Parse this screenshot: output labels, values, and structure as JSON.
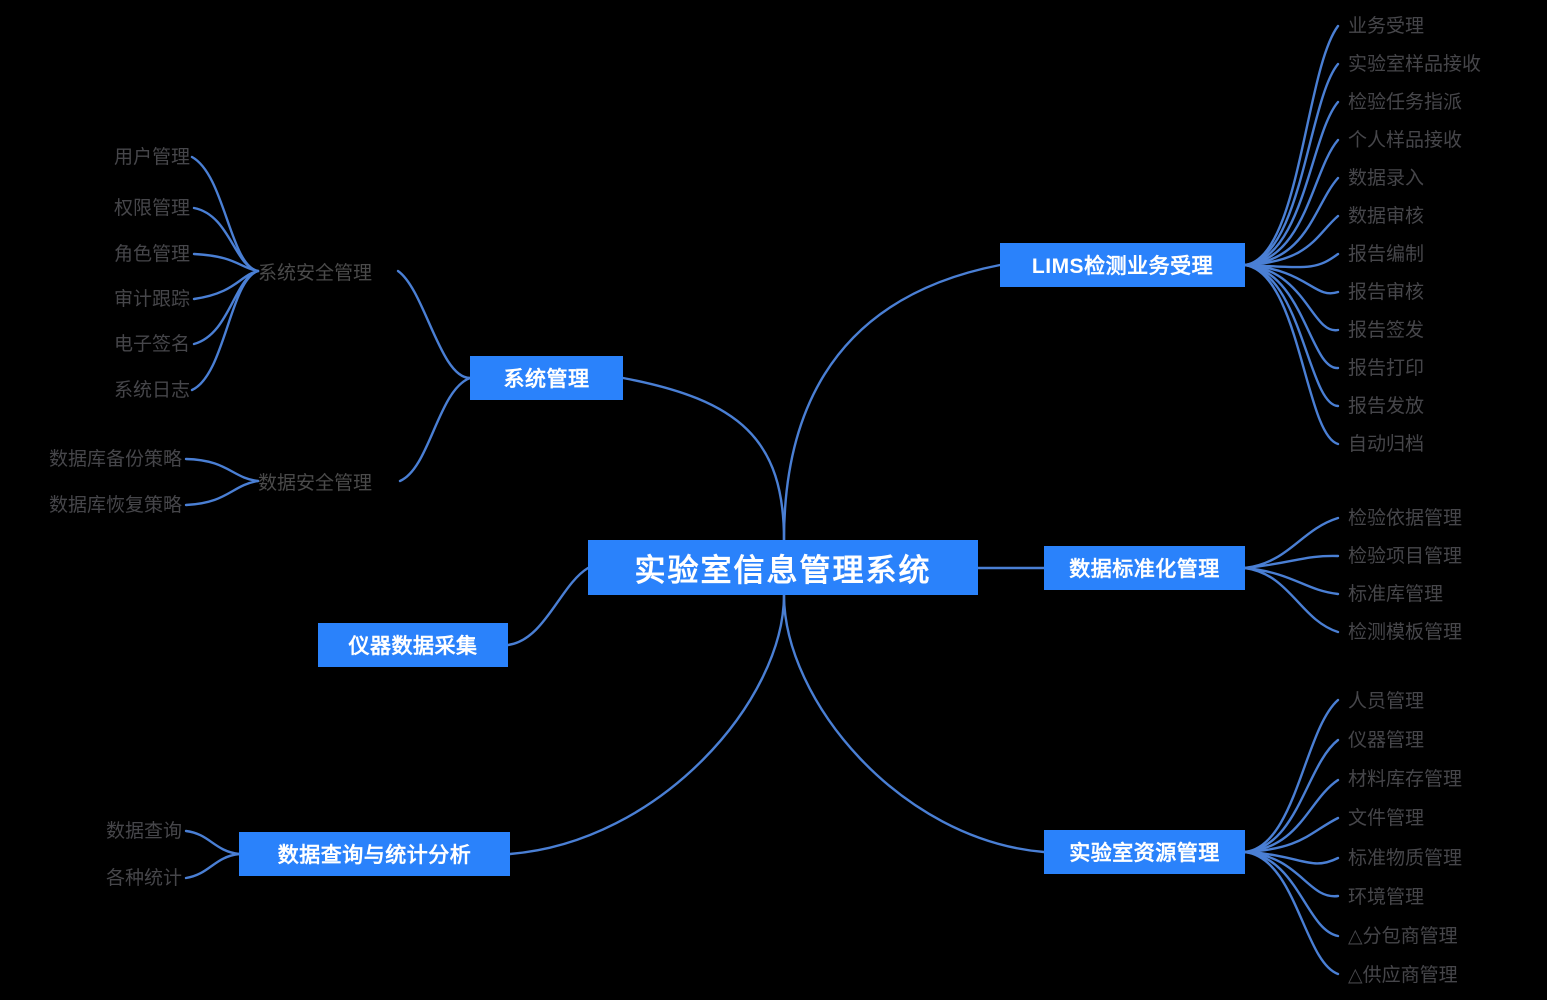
{
  "diagram": {
    "type": "mind-map",
    "title": "实验室信息管理系统",
    "background_color": "#000000",
    "node_color": "#2a82fb",
    "edge_color": "#4a7fd4",
    "leaf_text_color": "#46464a"
  },
  "root": {
    "label": "实验室信息管理系统"
  },
  "branches": {
    "system_management": {
      "label": "系统管理",
      "children": {
        "security": {
          "label": "系统安全管理",
          "items": [
            "用户管理",
            "权限管理",
            "角色管理",
            "审计跟踪",
            "电子签名",
            "系统日志"
          ]
        },
        "data_security": {
          "label": "数据安全管理",
          "items": [
            "数据库备份策略",
            "数据库恢复策略"
          ]
        }
      }
    },
    "instrument": {
      "label": "仪器数据采集",
      "items": []
    },
    "query_statistics": {
      "label": "数据查询与统计分析",
      "items": [
        "数据查询",
        "各种统计"
      ]
    },
    "lims": {
      "label": "LIMS检测业务受理",
      "items": [
        "业务受理",
        "实验室样品接收",
        "检验任务指派",
        "个人样品接收",
        "数据录入",
        "数据审核",
        "报告编制",
        "报告审核",
        "报告签发",
        "报告打印",
        "报告发放",
        "自动归档"
      ]
    },
    "standardization": {
      "label": "数据标准化管理",
      "items": [
        "检验依据管理",
        "检验项目管理",
        "标准库管理",
        "检测模板管理"
      ]
    },
    "resources": {
      "label": "实验室资源管理",
      "items": [
        "人员管理",
        "仪器管理",
        "材料库存管理",
        "文件管理",
        "标准物质管理",
        "环境管理",
        "△分包商管理",
        "△供应商管理"
      ]
    }
  }
}
